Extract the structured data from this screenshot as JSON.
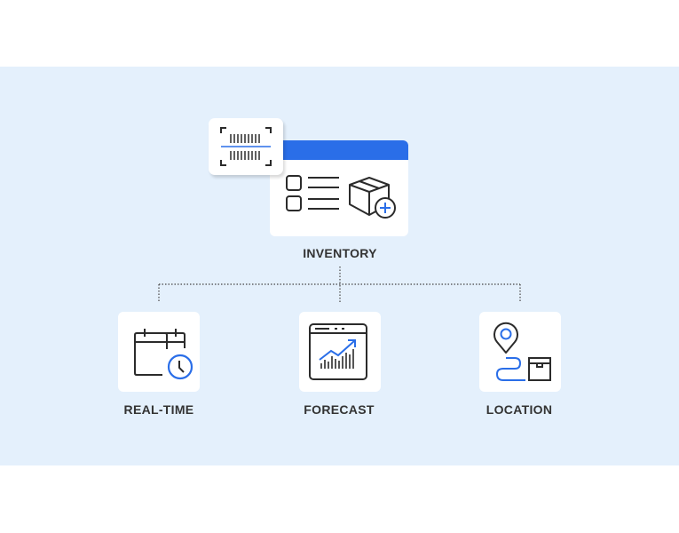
{
  "colors": {
    "accent": "#2a6ee8",
    "background": "#e4f0fc",
    "icon": "#2b2b2b"
  },
  "root": {
    "label": "INVENTORY",
    "icons": [
      "barcode-scanner-icon",
      "checklist-icon",
      "box-add-icon"
    ]
  },
  "children": [
    {
      "label": "REAL-TIME",
      "icon": "calendar-clock-icon"
    },
    {
      "label": "FORECAST",
      "icon": "chart-window-icon"
    },
    {
      "label": "LOCATION",
      "icon": "route-location-icon"
    }
  ]
}
